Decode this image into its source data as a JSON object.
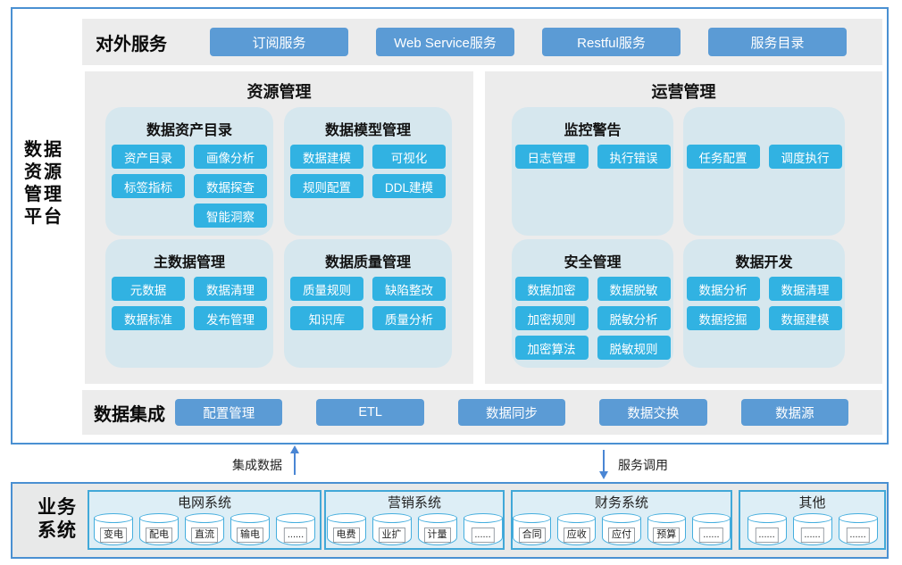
{
  "colors": {
    "accent_blue": "#5b9bd5",
    "chip_cyan": "#31b2e2",
    "section_gray": "#ececec",
    "subpanel_blue": "#d6e7ee",
    "border_blue": "#4a90d2",
    "group_fill": "#ddeef6",
    "group_border": "#41a8d8"
  },
  "platform": {
    "label": "数据资源管理平台"
  },
  "external_services": {
    "title": "对外服务",
    "buttons": [
      "订阅服务",
      "Web Service服务",
      "Restful服务",
      "服务目录"
    ]
  },
  "resource_mgmt": {
    "title": "资源管理",
    "panels": [
      {
        "title": "数据资产目录",
        "buttons": [
          "资产目录",
          "画像分析",
          "标签指标",
          "数据探查",
          "智能洞察"
        ]
      },
      {
        "title": "数据模型管理",
        "buttons": [
          "数据建模",
          "可视化",
          "规则配置",
          "DDL建模"
        ]
      },
      {
        "title": "主数据管理",
        "buttons": [
          "元数据",
          "数据清理",
          "数据标准",
          "发布管理"
        ]
      },
      {
        "title": "数据质量管理",
        "buttons": [
          "质量规则",
          "缺陷整改",
          "知识库",
          "质量分析"
        ]
      }
    ]
  },
  "operation_mgmt": {
    "title": "运营管理",
    "panels": [
      {
        "title": "监控警告",
        "buttons": [
          "日志管理",
          "执行错误"
        ]
      },
      {
        "title": "",
        "buttons": [
          "任务配置",
          "调度执行"
        ]
      },
      {
        "title": "安全管理",
        "buttons": [
          "数据加密",
          "数据脱敏",
          "加密规则",
          "脱敏分析",
          "加密算法",
          "脱敏规则"
        ]
      },
      {
        "title": "数据开发",
        "buttons": [
          "数据分析",
          "数据清理",
          "数据挖掘",
          "数据建模"
        ]
      }
    ]
  },
  "data_integration": {
    "title": "数据集成",
    "buttons": [
      "配置管理",
      "ETL",
      "数据同步",
      "数据交换",
      "数据源"
    ]
  },
  "flows": {
    "up_label": "集成数据",
    "down_label": "服务调用"
  },
  "business_systems": {
    "title": "业务系统",
    "groups": [
      {
        "title": "电网系统",
        "items": [
          "变电",
          "配电",
          "直流",
          "输电",
          "......"
        ]
      },
      {
        "title": "营销系统",
        "items": [
          "电费",
          "业扩",
          "计量",
          "......"
        ]
      },
      {
        "title": "财务系统",
        "items": [
          "合同",
          "应收",
          "应付",
          "预算",
          "......"
        ]
      },
      {
        "title": "其他",
        "items": [
          "......",
          "......",
          "......"
        ]
      }
    ]
  }
}
